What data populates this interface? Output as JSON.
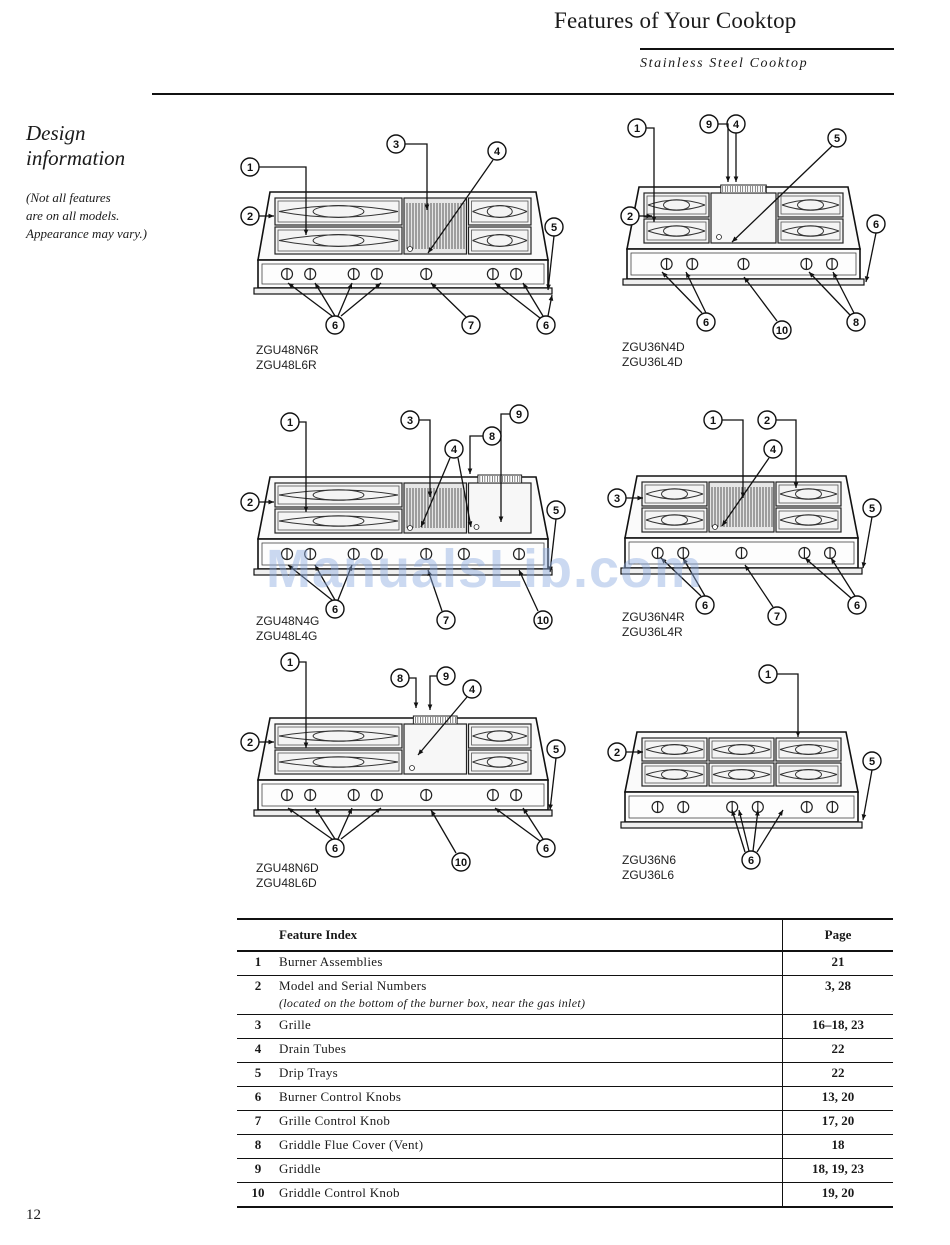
{
  "header": {
    "title": "Features of Your Cooktop",
    "subtitle": "Stainless Steel Cooktop"
  },
  "sidebar": {
    "heading_line1": "Design",
    "heading_line2": "information",
    "note_line1": "(Not all features",
    "note_line2": "are on all models.",
    "note_line3": "Appearance may vary.)"
  },
  "watermark": "ManualsLib.com",
  "diagrams": [
    {
      "models": [
        "ZGU48N6R",
        "ZGU48L6R"
      ],
      "callouts": [
        "1",
        "2",
        "3",
        "4",
        "5",
        "6",
        "6",
        "7"
      ]
    },
    {
      "models": [
        "ZGU36N4D",
        "ZGU36L4D"
      ],
      "callouts": [
        "1",
        "2",
        "4",
        "5",
        "6",
        "6",
        "8",
        "9",
        "10"
      ]
    },
    {
      "models": [
        "ZGU48N4G",
        "ZGU48L4G"
      ],
      "callouts": [
        "1",
        "2",
        "3",
        "4",
        "5",
        "6",
        "7",
        "8",
        "9",
        "10"
      ]
    },
    {
      "models": [
        "ZGU36N4R",
        "ZGU36L4R"
      ],
      "callouts": [
        "1",
        "2",
        "3",
        "4",
        "5",
        "6",
        "6",
        "7"
      ]
    },
    {
      "models": [
        "ZGU48N6D",
        "ZGU48L6D"
      ],
      "callouts": [
        "1",
        "2",
        "4",
        "5",
        "6",
        "6",
        "8",
        "9",
        "10"
      ]
    },
    {
      "models": [
        "ZGU36N6",
        "ZGU36L6"
      ],
      "callouts": [
        "1",
        "2",
        "5",
        "6"
      ]
    }
  ],
  "feature_index": {
    "header_feature": "Feature Index",
    "header_page": "Page",
    "rows": [
      {
        "num": "1",
        "name": "Burner Assemblies",
        "page": "21"
      },
      {
        "num": "2",
        "name": "Model and Serial Numbers",
        "note": "(located on the bottom of the burner box, near the gas inlet)",
        "page": "3, 28"
      },
      {
        "num": "3",
        "name": "Grille",
        "page": "16–18, 23"
      },
      {
        "num": "4",
        "name": "Drain Tubes",
        "page": "22"
      },
      {
        "num": "5",
        "name": "Drip Trays",
        "page": "22"
      },
      {
        "num": "6",
        "name": "Burner Control Knobs",
        "page": "13, 20"
      },
      {
        "num": "7",
        "name": "Grille Control Knob",
        "page": "17, 20"
      },
      {
        "num": "8",
        "name": "Griddle Flue Cover (Vent)",
        "page": "18"
      },
      {
        "num": "9",
        "name": "Griddle",
        "page": "18, 19, 23"
      },
      {
        "num": "10",
        "name": "Griddle Control Knob",
        "page": "19, 20"
      }
    ]
  },
  "page_number": "12"
}
